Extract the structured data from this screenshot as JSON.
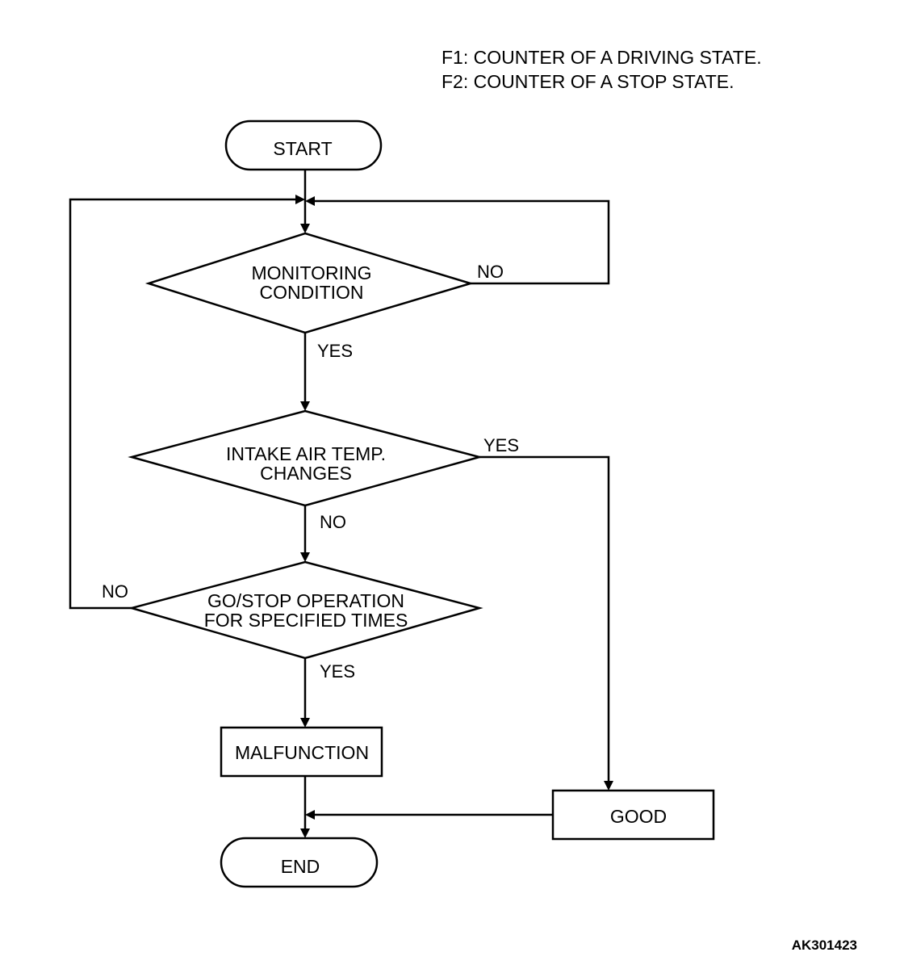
{
  "legend": {
    "f1": "F1: COUNTER OF A DRIVING STATE.",
    "f2": "F2: COUNTER OF A STOP STATE."
  },
  "nodes": {
    "start": "START",
    "monitoring_condition": [
      "MONITORING",
      "CONDITION"
    ],
    "intake_air_temp": [
      "INTAKE AIR TEMP.",
      "CHANGES"
    ],
    "go_stop_operation": [
      "GO/STOP OPERATION",
      "FOR SPECIFIED TIMES"
    ],
    "malfunction": "MALFUNCTION",
    "good": "GOOD",
    "end": "END"
  },
  "edge_labels": {
    "monitoring_no": "NO",
    "monitoring_yes": "YES",
    "intake_yes": "YES",
    "intake_no": "NO",
    "gostop_no": "NO",
    "gostop_yes": "YES"
  },
  "figure_code": "AK301423"
}
